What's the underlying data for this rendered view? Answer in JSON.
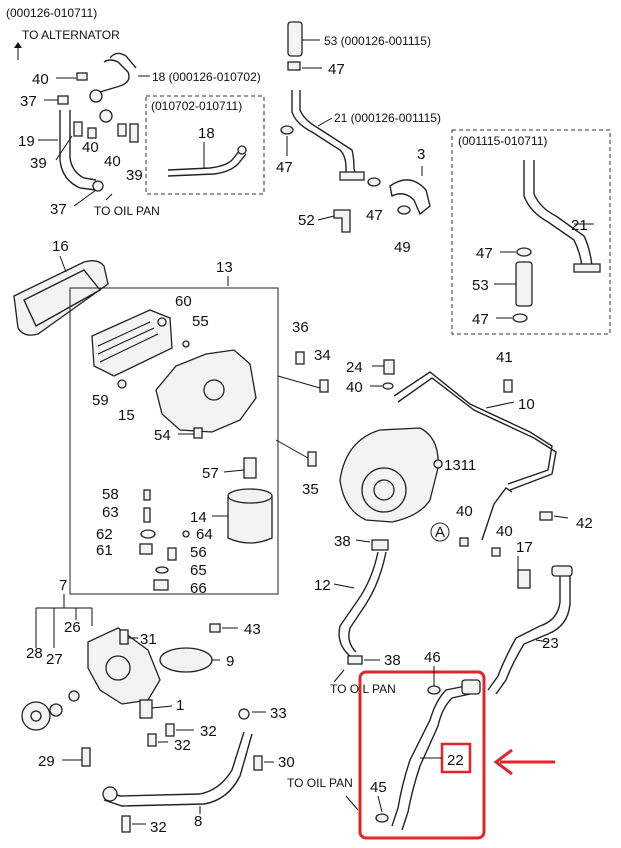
{
  "diagram": {
    "headers": {
      "top_left_range": "(000126-010711)",
      "inset_left_range": "(010702-010711)",
      "inset_right_range": "(001115-010711)"
    },
    "notes": {
      "to_alternator": "TO ALTERNATOR",
      "to_oil_pan_1": "TO OIL PAN",
      "to_oil_pan_2": "TO OIL PAN",
      "to_oil_pan_3": "TO OIL PAN"
    },
    "callouts": {
      "p40a": "40",
      "p37a": "37",
      "p19": "19",
      "p39a": "39",
      "p40b": "40",
      "p40c": "40",
      "p39b": "39",
      "p37b": "37",
      "p18a": "18 (000126-010702)",
      "p18b": "18",
      "p53a": "53 (000126-001115)",
      "p47a": "47",
      "p21a": "21 (000126-001115)",
      "p47b": "47",
      "p3": "3",
      "p47c": "47",
      "p52": "52",
      "p49": "49",
      "p21b": "21",
      "p47d": "47",
      "p53b": "53",
      "p47e": "47",
      "p16": "16",
      "p13": "13",
      "p60": "60",
      "p55": "55",
      "p36": "36",
      "p34": "34",
      "p59": "59",
      "p15": "15",
      "p54": "54",
      "p57": "57",
      "p35": "35",
      "p58": "58",
      "p63": "63",
      "p14": "14",
      "p62": "62",
      "p64": "64",
      "p61": "61",
      "p56": "56",
      "p65": "65",
      "p66": "66",
      "p24": "24",
      "p41": "41",
      "p40d": "40",
      "p10": "10",
      "p1311": "1311",
      "p40e": "40",
      "p42": "42",
      "pA": "A",
      "p40f": "40",
      "p17": "17",
      "p38a": "38",
      "p12": "12",
      "p23": "23",
      "p38b": "38",
      "p46": "46",
      "p22": "22",
      "p45": "45",
      "p7": "7",
      "p26": "26",
      "p28": "28",
      "p27": "27",
      "p31": "31",
      "p43": "43",
      "p9": "9",
      "p1": "1",
      "p32a": "32",
      "p32b": "32",
      "p33": "33",
      "p29": "29",
      "p30": "30",
      "p8": "8",
      "p32c": "32"
    },
    "highlight": {
      "color": "#e0262b",
      "part": "22"
    }
  }
}
